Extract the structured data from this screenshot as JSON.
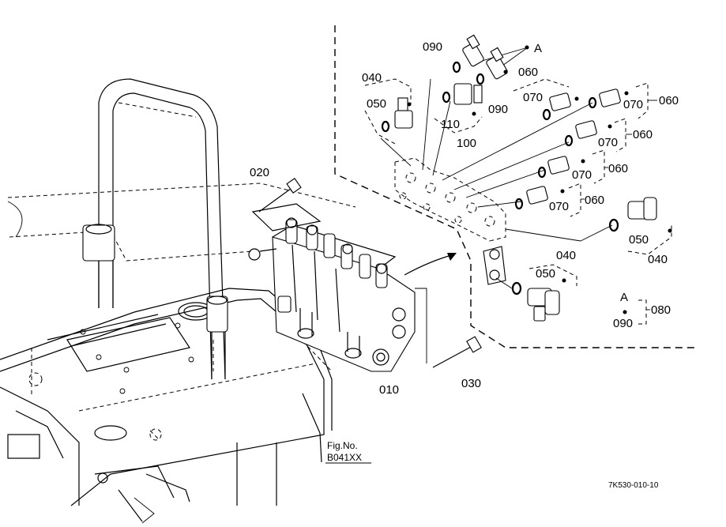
{
  "labels": {
    "p010": "010",
    "p020": "020",
    "p030": "030",
    "p040_top": "040",
    "p050_top": "050",
    "p090_top": "090",
    "letter_a_top": "A",
    "p060_a": "060",
    "p070_a": "070",
    "p090_mid": "090",
    "p110": "110",
    "p100": "100",
    "p070_b": "070",
    "p060_b": "060",
    "p070_c": "070",
    "p060_c": "060",
    "p070_d": "070",
    "p060_d": "060",
    "p070_e": "070",
    "p060_e": "060",
    "p050_right": "050",
    "p040_right": "040",
    "p040_mid": "040",
    "p050_mid": "050",
    "letter_a_bottom": "A",
    "p090_bottom": "090",
    "p080": "080",
    "fig_no_line1": "Fig.No.",
    "fig_no_line2": "B041XX",
    "drawing_code": "7K530-010-10"
  }
}
